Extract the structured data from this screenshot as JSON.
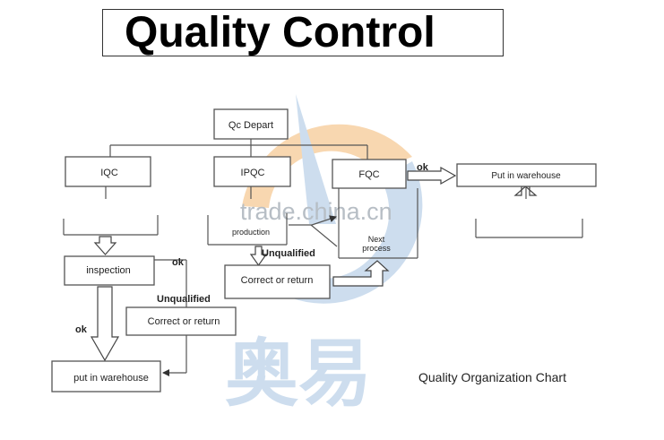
{
  "page_title": "Quality Control",
  "nodes": {
    "qc_depart": "Qc Depart",
    "iqc": "IQC",
    "ipqc": "IPQC",
    "fqc": "FQC",
    "put_in_warehouse_top": "Put in warehouse",
    "production": "production",
    "next_process": [
      "Next",
      "process"
    ],
    "correct_or_return_mid": "Correct or return",
    "inspection": "inspection",
    "correct_or_return_left": "Correct or return",
    "put_in_warehouse_bottom": "put in warehouse"
  },
  "edge_labels": {
    "ok_fqc": "ok",
    "unqualified_ipqc": "Unqualified",
    "ok_inspection": "ok",
    "unqualified_inspection": "Unqualified",
    "ok_left": "ok"
  },
  "caption": "Quality Organization Chart",
  "watermark": {
    "site": "trade.china.cn",
    "brand": "奥易",
    "colors": {
      "orange": "#f6c78f",
      "blue": "#b8d0e8"
    }
  }
}
